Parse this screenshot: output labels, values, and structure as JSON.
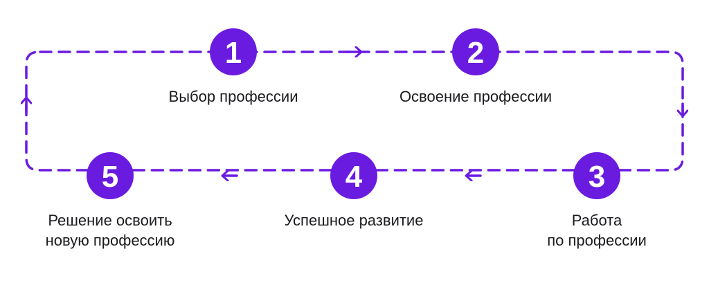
{
  "accent_color": "#6a1be0",
  "steps": [
    {
      "number": "1",
      "label_lines": [
        "Выбор профессии"
      ]
    },
    {
      "number": "2",
      "label_lines": [
        "Освоение профессии"
      ]
    },
    {
      "number": "3",
      "label_lines": [
        "Работа",
        "по профессии"
      ]
    },
    {
      "number": "4",
      "label_lines": [
        "Успешное развитие"
      ]
    },
    {
      "number": "5",
      "label_lines": [
        "Решение освоить",
        "новую профессию"
      ]
    }
  ]
}
